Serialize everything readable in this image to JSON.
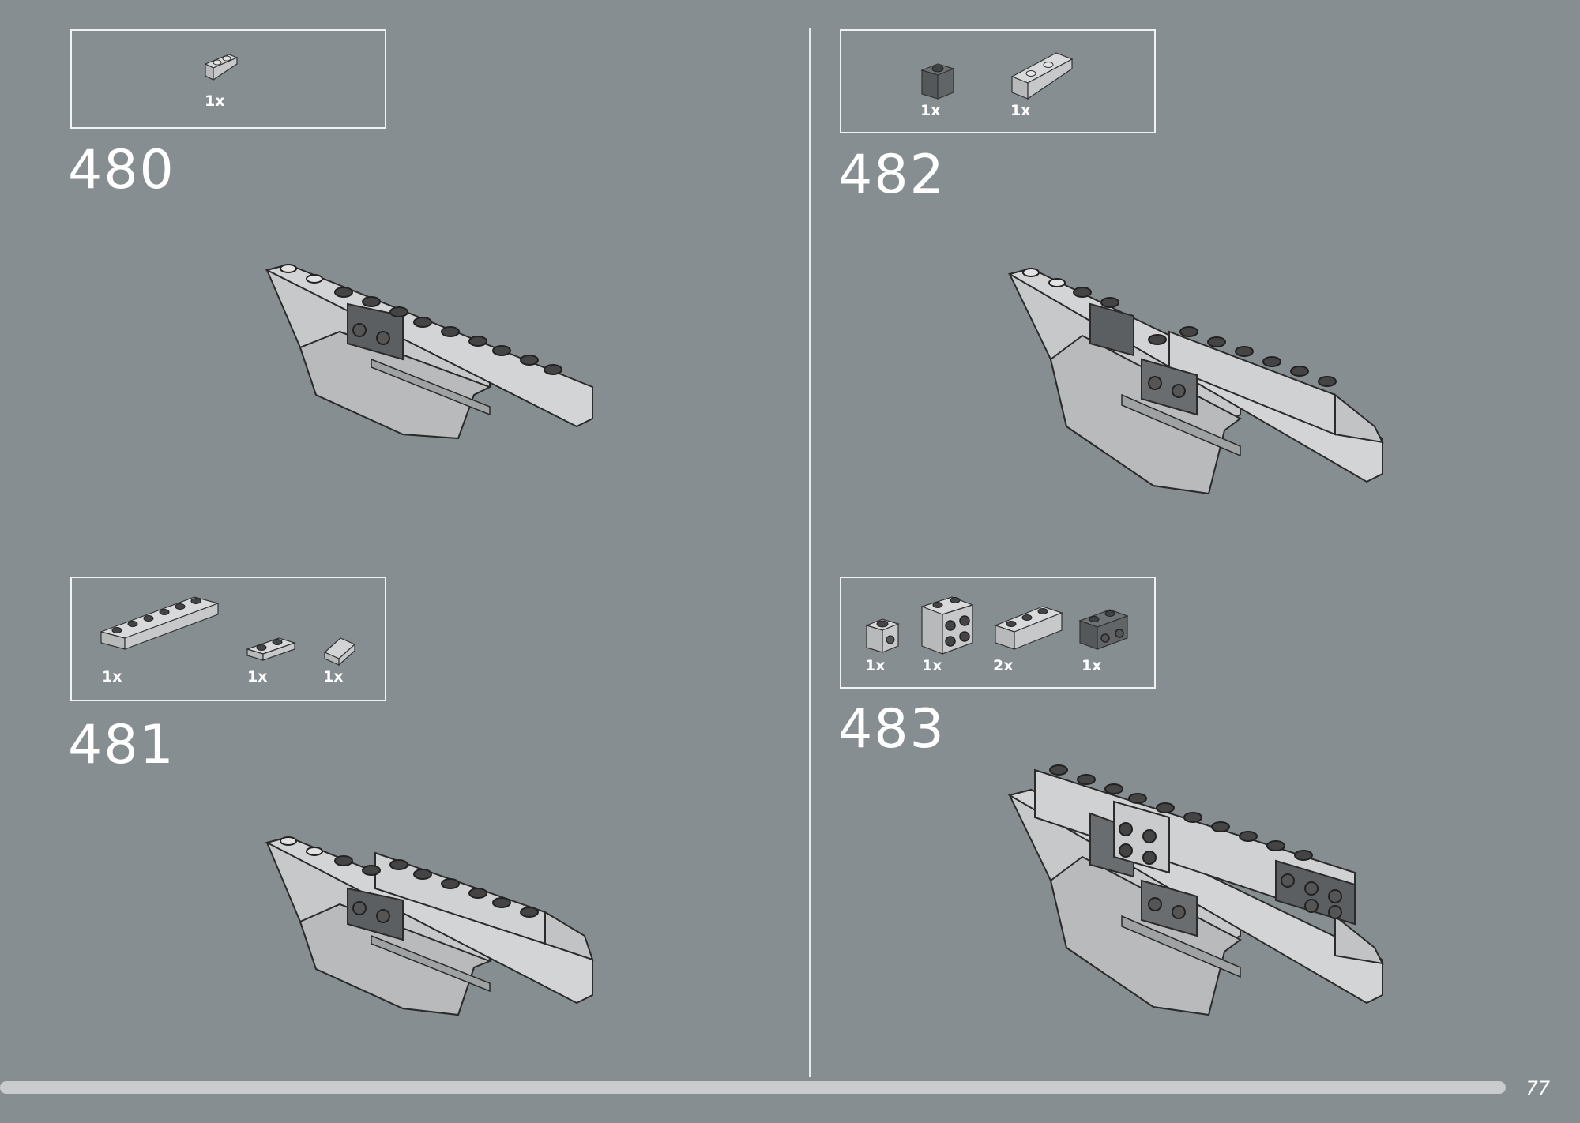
{
  "page_number": "77",
  "progress": 0.953,
  "steps": [
    {
      "number": "480",
      "parts": [
        {
          "qty": "1x",
          "icon": "inverted-slope-1x2-light-grey"
        }
      ]
    },
    {
      "number": "481",
      "parts": [
        {
          "qty": "1x",
          "icon": "brick-1x6-light-grey"
        },
        {
          "qty": "1x",
          "icon": "plate-1x2-light-grey"
        },
        {
          "qty": "1x",
          "icon": "slope-1x1-light-grey"
        }
      ]
    },
    {
      "number": "482",
      "parts": [
        {
          "qty": "1x",
          "icon": "brick-1x1-dark-grey"
        },
        {
          "qty": "1x",
          "icon": "inverted-slope-1x2-light-grey"
        }
      ]
    },
    {
      "number": "483",
      "parts": [
        {
          "qty": "1x",
          "icon": "brick-1x1-studs-side-light-grey"
        },
        {
          "qty": "1x",
          "icon": "brick-2x2-studs-side-light-grey"
        },
        {
          "qty": "2x",
          "icon": "brick-1x3-light-grey"
        },
        {
          "qty": "1x",
          "icon": "brick-1x2-studs-side-dark-grey"
        }
      ]
    }
  ],
  "colors": {
    "background": "#878e91",
    "light_part": "#c6c8c9",
    "dark_part": "#5c5f61",
    "outline": "#2b2b2b",
    "frame": "#f2f2f2"
  }
}
